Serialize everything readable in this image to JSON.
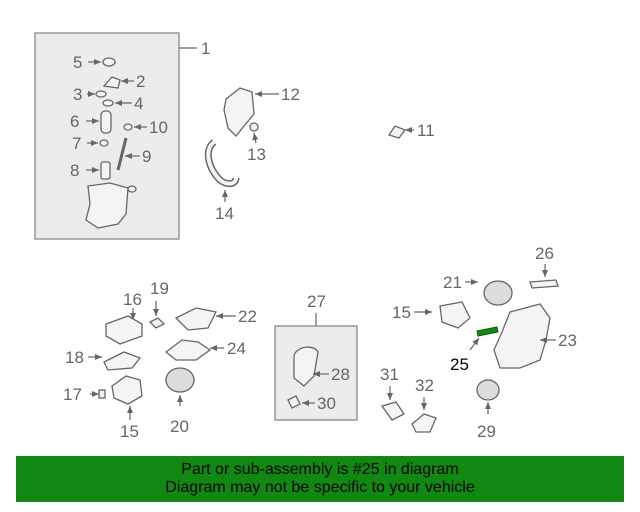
{
  "labels": {
    "l1": "1",
    "l2": "2",
    "l3": "3",
    "l4": "4",
    "l5": "5",
    "l6": "6",
    "l7": "7",
    "l8": "8",
    "l9": "9",
    "l10": "10",
    "l11": "11",
    "l12": "12",
    "l13": "13",
    "l14": "14",
    "l15a": "15",
    "l15b": "15",
    "l16": "16",
    "l17": "17",
    "l18": "18",
    "l19": "19",
    "l20": "20",
    "l21": "21",
    "l22": "22",
    "l23": "23",
    "l24": "24",
    "l25": "25",
    "l26": "26",
    "l27": "27",
    "l28": "28",
    "l29": "29",
    "l30": "30",
    "l31": "31",
    "l32": "32"
  },
  "colors": {
    "highlight_part": "#118811",
    "banner_background": "#118811",
    "line_art": "#666666"
  },
  "banner": {
    "line1": "Part or sub-assembly is #25 in diagram",
    "line2": "Diagram may not be specific to your vehicle"
  }
}
